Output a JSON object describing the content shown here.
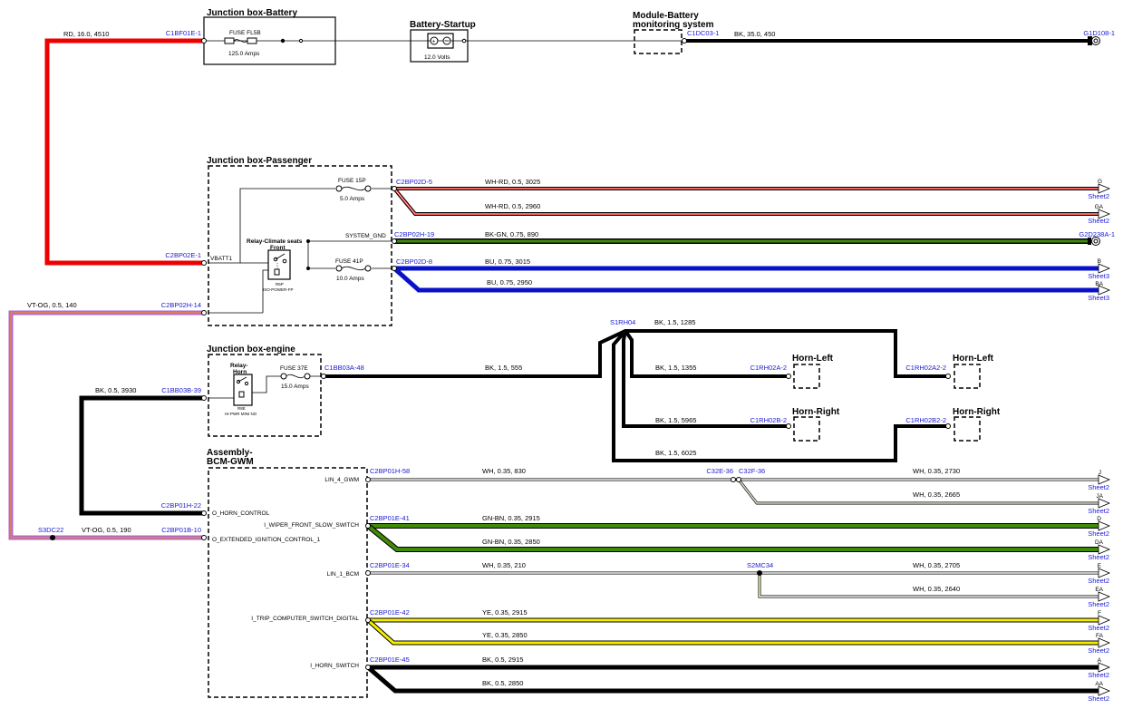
{
  "colors": {
    "red": "#ee0000",
    "black": "#000000",
    "blue": "#0a12c8",
    "green": "#3f8a0a",
    "yellow": "#f5ee00",
    "violet": "#b068d0",
    "orange": "#f08a20",
    "connector_label": "#1a1ad6"
  },
  "components": {
    "jb_battery": {
      "title": "Junction box-Battery",
      "fuse": "FUSE FL5B",
      "amps": "125.0 Amps"
    },
    "battery": {
      "title": "Battery-Startup",
      "volts": "12.0 Volts"
    },
    "bms": {
      "title_line1": "Module-Battery",
      "title_line2": "monitoring system"
    },
    "jb_passenger": {
      "title": "Junction box-Passenger",
      "fuse15": "FUSE 15P",
      "fuse15_amps": "5.0 Amps",
      "fuse41": "FUSE 41P",
      "fuse41_amps": "10.0 Amps",
      "relay_title1": "Relay-Climate seats",
      "relay_title2": "Front",
      "relay_code": "R5P",
      "relay_sub": "ISO-POWER-FP",
      "vbatt": "VBATT1",
      "system_gnd": "SYSTEM_GND"
    },
    "jb_engine": {
      "title": "Junction box-engine",
      "fuse": "FUSE 37E",
      "amps": "15.0 Amps",
      "relay_title1": "Relay-",
      "relay_title2": "Horn",
      "relay_code": "R8E",
      "relay_sub": "HI-PWR MINI NO"
    },
    "bcm": {
      "title_line1": "Assembly-",
      "title_line2": "BCM-GWM",
      "pins": {
        "o_horn_control": "O_HORN_CONTROL",
        "o_ext_ign": "O_EXTENDED_IGNITION_CONTROL_1",
        "lin4": "LIN_4_GWM",
        "wiper": "I_WIPER_FRONT_SLOW_SWITCH",
        "lin1": "LIN_1_BCM",
        "trip": "I_TRIP_COMPUTER_SWITCH_DIGITAL",
        "horn_switch": "I_HORN_SWITCH"
      }
    },
    "horn_left": "Horn-Left",
    "horn_right": "Horn-Right"
  },
  "connectors": {
    "c1bf01e_1": "C1BF01E-1",
    "c1dc03_1": "C1DC03-1",
    "g1d108_1": "G1D108-1",
    "c2bp02e_1": "C2BP02E-1",
    "c2bp02h_14": "C2BP02H-14",
    "c2bp02d_5": "C2BP02D-5",
    "c2bp02h_19": "C2BP02H-19",
    "g2d238a_1": "G2D238A-1",
    "c2bp02d_8": "C2BP02D-8",
    "s1rh04": "S1RH04",
    "c1bb03a_48": "C1BB03A-48",
    "c1bb03b_39": "C1BB03B-39",
    "c1rh02a_2": "C1RH02A-2",
    "c1rh02a2_2": "C1RH02A2-2",
    "c1rh02b_2": "C1RH02B-2",
    "c1rh02b2_2": "C1RH02B2-2",
    "c2bp01h_22": "C2BP01H-22",
    "c2bp01b_10": "C2BP01B-10",
    "s3dc22": "S3DC22",
    "c2bp01h_58": "C2BP01H-58",
    "c32e_36": "C32E-36",
    "c32f_36": "C32F-36",
    "c2bp01e_41": "C2BP01E-41",
    "c2bp01e_34": "C2BP01E-34",
    "s2mc34": "S2MC34",
    "c2bp01e_42": "C2BP01E-42",
    "c2bp01e_45": "C2BP01E-45"
  },
  "wires": {
    "rd_4510": "RD, 16.0, 4510",
    "bk_450": "BK, 35.0, 450",
    "whrd_3025": "WH-RD, 0.5, 3025",
    "whrd_2960": "WH-RD, 0.5, 2960",
    "bkgn_890": "BK-GN, 0.75, 890",
    "bu_3015": "BU, 0.75, 3015",
    "bu_2950": "BU, 0.75, 2950",
    "vtog_140": "VT-OG, 0.5, 140",
    "vtog_190": "VT-OG, 0.5, 190",
    "bk_1285": "BK, 1.5, 1285",
    "bk_555": "BK, 1.5, 555",
    "bk_1355": "BK, 1.5, 1355",
    "bk_5965": "BK, 1.5, 5965",
    "bk_6025": "BK, 1.5, 6025",
    "bk_3930": "BK, 0.5, 3930",
    "wh_830": "WH, 0.35, 830",
    "wh_2730": "WH, 0.35, 2730",
    "wh_2665": "WH, 0.35, 2665",
    "gnbn_2915": "GN-BN, 0.35, 2915",
    "gnbn_2850": "GN-BN, 0.35, 2850",
    "wh_210": "WH, 0.35, 210",
    "wh_2705": "WH, 0.35, 2705",
    "wh_2640": "WH, 0.35, 2640",
    "ye_2915": "YE, 0.35, 2915",
    "ye_2850": "YE, 0.35, 2850",
    "bk_2915": "BK, 0.5, 2915",
    "bk_2850": "BK, 0.5, 2850"
  },
  "offpage": {
    "sheet2": "Sheet2",
    "sheet3": "Sheet3",
    "g": "G",
    "ga": "GA",
    "b": "B",
    "ba": "BA",
    "j": "J",
    "ja": "JA",
    "d": "D",
    "da": "DA",
    "e": "E",
    "ea": "EA",
    "f": "F",
    "fa": "FA",
    "a": "A",
    "aa": "AA"
  }
}
